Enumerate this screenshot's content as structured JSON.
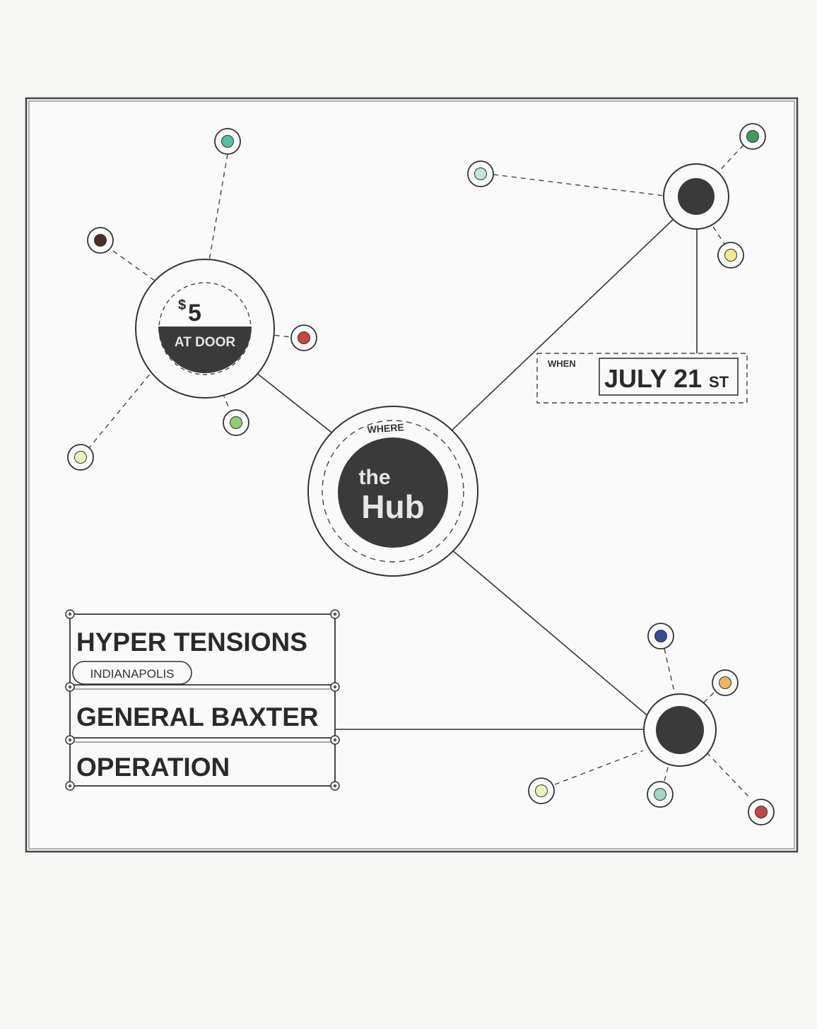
{
  "price": {
    "symbol": "$",
    "amount": "5",
    "label": "AT DOOR"
  },
  "venue": {
    "where_label": "WHERE",
    "article": "the",
    "name": "Hub"
  },
  "date": {
    "when_label": "WHEN",
    "value": "JULY 21",
    "suffix": "ST"
  },
  "lineup": [
    {
      "band": "HYPER TENSIONS",
      "origin": "INDIANAPOLIS"
    },
    {
      "band": "GENERAL BAXTER"
    },
    {
      "band": "OPERATION"
    }
  ],
  "colors": {
    "teal": "#4fc2a3",
    "dark_brown": "#4a2e2a",
    "red": "#c8473c",
    "light_green": "#8fce75",
    "pale_yellow": "#eef2bd",
    "pale_teal": "#bfe6d3",
    "green": "#3e9a62",
    "yellow": "#f2ec8a",
    "blue": "#2f4f9a",
    "orange": "#f1b45a",
    "mint": "#9fd8c4",
    "dark_fill": "#3a3a3a"
  }
}
